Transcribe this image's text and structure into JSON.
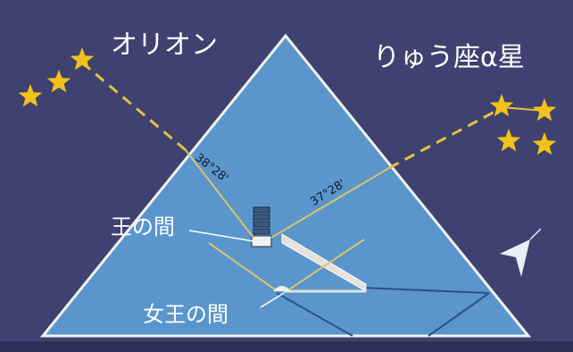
{
  "labels": {
    "orion": "オリオン",
    "draco": "りゅう座α星",
    "kings_chamber": "王の間",
    "queens_chamber": "女王の間",
    "angle_south": "38°28'",
    "angle_north": "37°28'"
  },
  "colors": {
    "background": "#3f4270",
    "pyramid_fill": "#5a96cc",
    "pyramid_edge": "#f2f2f2",
    "star": "#f2c21a",
    "shaft_line": "#d9c46a",
    "star_line": "#e6c23a"
  },
  "icons": {
    "compass": "compass-arrow-icon"
  }
}
